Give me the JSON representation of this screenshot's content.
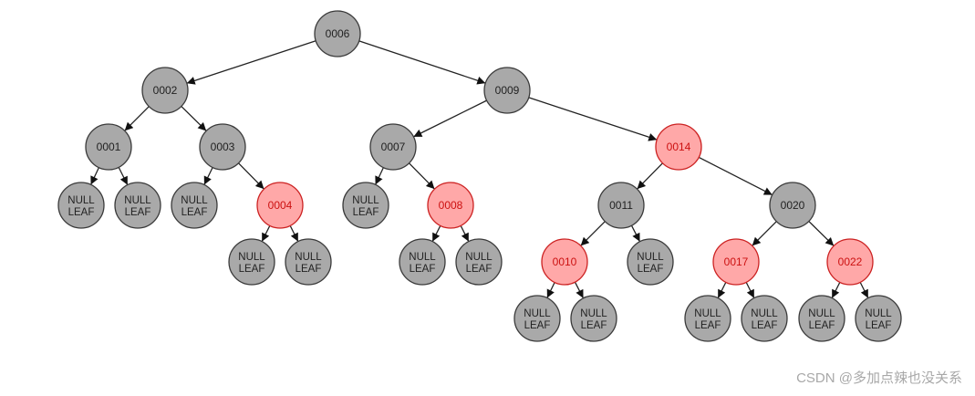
{
  "colors": {
    "black_fill": "#a9a9a9",
    "black_stroke": "#3a3a3a",
    "black_text": "#222222",
    "red_fill": "#ffa8a8",
    "red_stroke": "#cc2222",
    "red_text": "#cc1111",
    "edge": "#222222"
  },
  "nodes": [
    {
      "id": "n0006",
      "label": "0006",
      "color": "black"
    },
    {
      "id": "n0002",
      "label": "0002",
      "color": "black"
    },
    {
      "id": "n0009",
      "label": "0009",
      "color": "black"
    },
    {
      "id": "n0001",
      "label": "0001",
      "color": "black"
    },
    {
      "id": "n0003",
      "label": "0003",
      "color": "black"
    },
    {
      "id": "n0007",
      "label": "0007",
      "color": "black"
    },
    {
      "id": "n0014",
      "label": "0014",
      "color": "red"
    },
    {
      "id": "l1",
      "label": "NULL LEAF",
      "color": "black",
      "leaf": true
    },
    {
      "id": "l2",
      "label": "NULL LEAF",
      "color": "black",
      "leaf": true
    },
    {
      "id": "l3",
      "label": "NULL LEAF",
      "color": "black",
      "leaf": true
    },
    {
      "id": "n0004",
      "label": "0004",
      "color": "red"
    },
    {
      "id": "l4",
      "label": "NULL LEAF",
      "color": "black",
      "leaf": true
    },
    {
      "id": "n0008",
      "label": "0008",
      "color": "red"
    },
    {
      "id": "n0011",
      "label": "0011",
      "color": "black"
    },
    {
      "id": "n0020",
      "label": "0020",
      "color": "black"
    },
    {
      "id": "l5",
      "label": "NULL LEAF",
      "color": "black",
      "leaf": true
    },
    {
      "id": "l6",
      "label": "NULL LEAF",
      "color": "black",
      "leaf": true
    },
    {
      "id": "l7",
      "label": "NULL LEAF",
      "color": "black",
      "leaf": true
    },
    {
      "id": "l8",
      "label": "NULL LEAF",
      "color": "black",
      "leaf": true
    },
    {
      "id": "n0010",
      "label": "0010",
      "color": "red"
    },
    {
      "id": "l9",
      "label": "NULL LEAF",
      "color": "black",
      "leaf": true
    },
    {
      "id": "n0017",
      "label": "0017",
      "color": "red"
    },
    {
      "id": "n0022",
      "label": "0022",
      "color": "red"
    },
    {
      "id": "l10",
      "label": "NULL LEAF",
      "color": "black",
      "leaf": true
    },
    {
      "id": "l11",
      "label": "NULL LEAF",
      "color": "black",
      "leaf": true
    },
    {
      "id": "l12",
      "label": "NULL LEAF",
      "color": "black",
      "leaf": true
    },
    {
      "id": "l13",
      "label": "NULL LEAF",
      "color": "black",
      "leaf": true
    },
    {
      "id": "l14",
      "label": "NULL LEAF",
      "color": "black",
      "leaf": true
    },
    {
      "id": "l15",
      "label": "NULL LEAF",
      "color": "black",
      "leaf": true
    }
  ],
  "edges": [
    [
      "n0006",
      "n0002"
    ],
    [
      "n0006",
      "n0009"
    ],
    [
      "n0002",
      "n0001"
    ],
    [
      "n0002",
      "n0003"
    ],
    [
      "n0009",
      "n0007"
    ],
    [
      "n0009",
      "n0014"
    ],
    [
      "n0001",
      "l1"
    ],
    [
      "n0001",
      "l2"
    ],
    [
      "n0003",
      "l3"
    ],
    [
      "n0003",
      "n0004"
    ],
    [
      "n0004",
      "l4"
    ],
    [
      "n0004",
      "l5"
    ],
    [
      "n0007",
      "l6"
    ],
    [
      "n0007",
      "n0008"
    ],
    [
      "n0008",
      "l7"
    ],
    [
      "n0008",
      "l8"
    ],
    [
      "n0014",
      "n0011"
    ],
    [
      "n0014",
      "n0020"
    ],
    [
      "n0011",
      "n0010"
    ],
    [
      "n0011",
      "l9"
    ],
    [
      "n0010",
      "l10"
    ],
    [
      "n0010",
      "l11"
    ],
    [
      "n0020",
      "n0017"
    ],
    [
      "n0020",
      "n0022"
    ],
    [
      "n0017",
      "l12"
    ],
    [
      "n0017",
      "l13"
    ],
    [
      "n0022",
      "l14"
    ],
    [
      "n0022",
      "l15"
    ]
  ],
  "watermark": "CSDN @多加点辣也没关系"
}
